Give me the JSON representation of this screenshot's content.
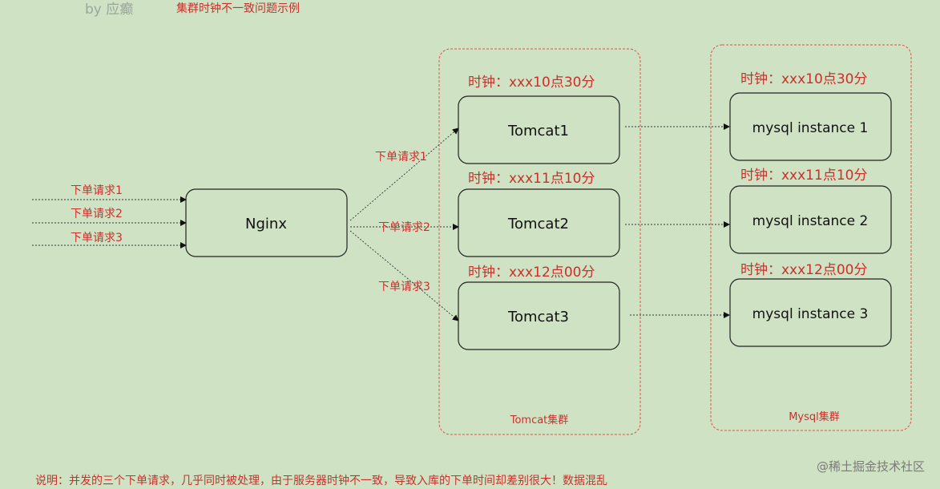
{
  "header": {
    "author": "by 应癫",
    "title": "集群时钟不一致问题示例"
  },
  "nodes": {
    "nginx": "Nginx",
    "tomcat1": "Tomcat1",
    "tomcat2": "Tomcat2",
    "tomcat3": "Tomcat3",
    "mysql1": "mysql instance 1",
    "mysql2": "mysql instance 2",
    "mysql3": "mysql instance 3"
  },
  "groups": {
    "tomcat": "Tomcat集群",
    "mysql": "Mysql集群"
  },
  "clocks": {
    "t1": "时钟：xxx10点30分",
    "t2": "时钟：xxx11点10分",
    "t3": "时钟：xxx12点00分",
    "m1": "时钟：xxx10点30分",
    "m2": "时钟：xxx11点10分",
    "m3": "时钟：xxx12点00分"
  },
  "requests": {
    "in1": "下单请求1",
    "in2": "下单请求2",
    "in3": "下单请求3",
    "out1": "下单请求1",
    "out2": "下单请求2",
    "out3": "下单请求3"
  },
  "footer": {
    "note": "说明：并发的三个下单请求，几乎同时被处理，由于服务器时钟不一致，导致入库的下单时间却差别很大！数据混乱",
    "watermark": "@稀土掘金技术社区"
  }
}
